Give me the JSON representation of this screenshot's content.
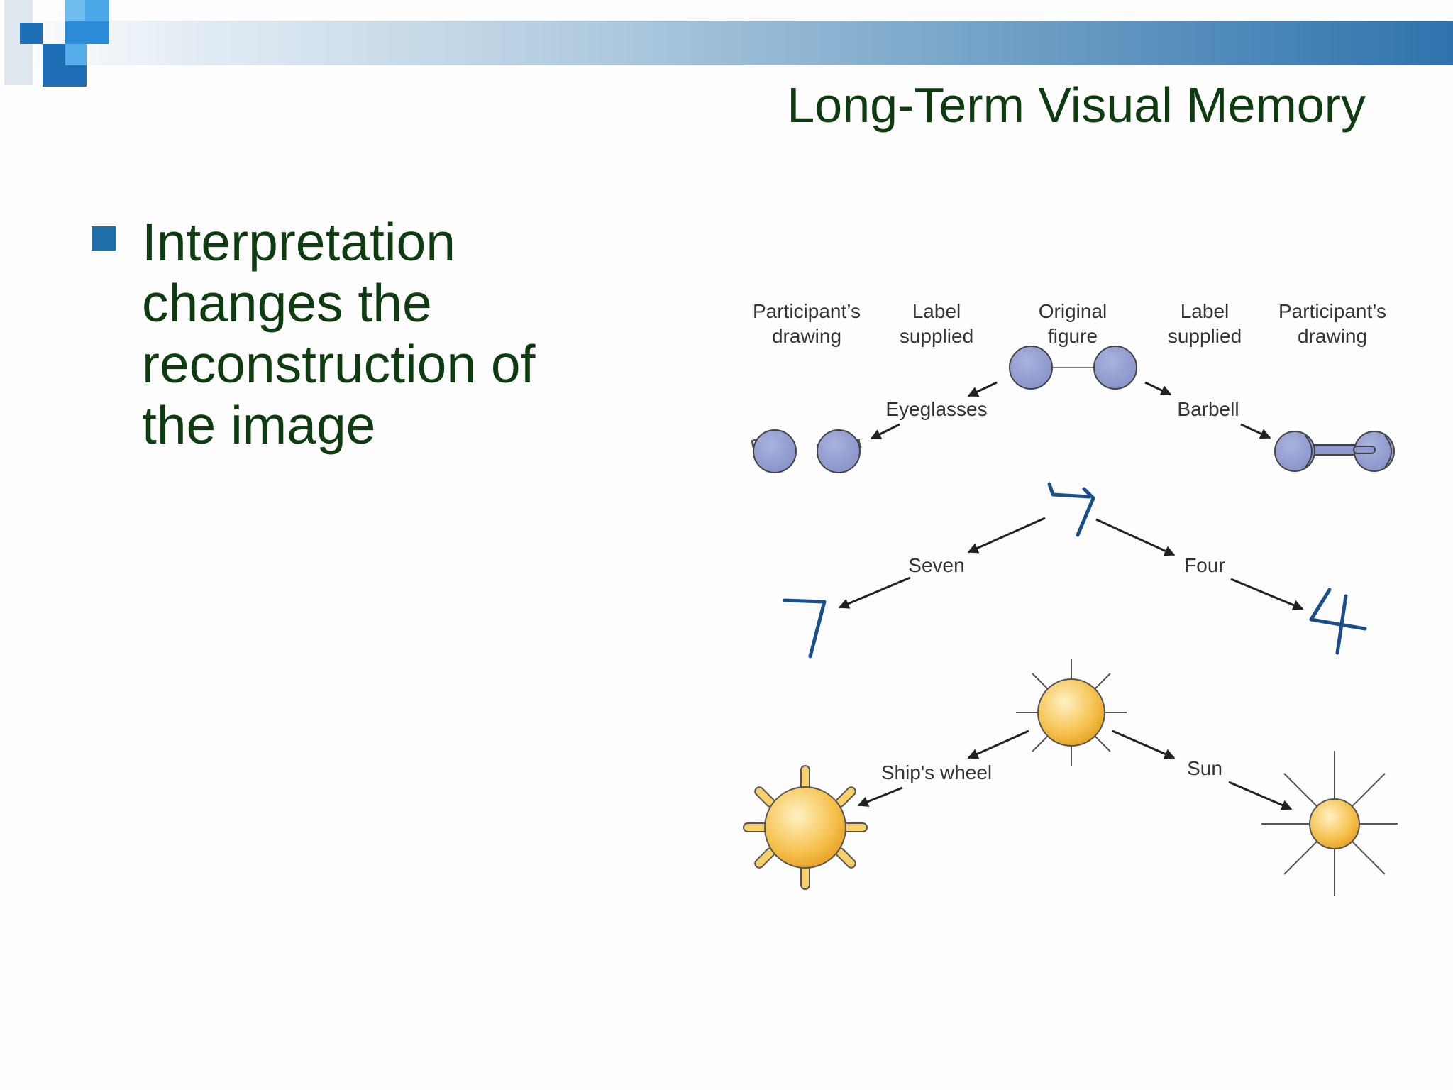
{
  "slide": {
    "title": "Long-Term Visual Memory",
    "bullets": [
      "Interpretation changes the reconstruction of the image"
    ]
  },
  "figure": {
    "column_headers": {
      "left_drawing": [
        "Participant’s",
        "drawing"
      ],
      "left_label": [
        "Label",
        "supplied"
      ],
      "original": [
        "Original",
        "figure"
      ],
      "right_label": [
        "Label",
        "supplied"
      ],
      "right_drawing": [
        "Participant’s",
        "drawing"
      ]
    },
    "rows": [
      {
        "original": "dumbbell-shape",
        "left_label": "Eyeglasses",
        "right_label": "Barbell"
      },
      {
        "original": "ambiguous-digit",
        "left_label": "Seven",
        "right_label": "Four",
        "left_drawing_text": "7"
      },
      {
        "original": "sun-wheel-shape",
        "left_label": "Ship's wheel",
        "right_label": "Sun"
      }
    ]
  },
  "colors": {
    "title_text": "#0f3b10",
    "bullet_square": "#1f6ea8",
    "figure_label_text": "#333333",
    "circle_fill": "#959fd1",
    "digit_stroke": "#1b4f8a",
    "sun_fill": "#f6c24f"
  }
}
